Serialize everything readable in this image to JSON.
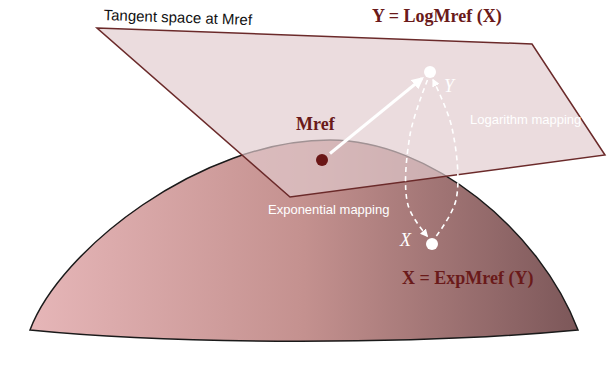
{
  "diagram": {
    "nodes": [
      {
        "text": [
          "Mref"
        ]
      },
      {
        "text": [
          "Y"
        ]
      },
      {
        "text": [
          "X"
        ]
      }
    ],
    "edges": [
      {
        "from": 0,
        "to": 1,
        "arrow": "to"
      },
      {
        "from": 1,
        "to": 2,
        "label": "Exponential mapping",
        "arrow": "to"
      },
      {
        "from": 2,
        "to": 1,
        "label": "Logarithm mapping",
        "arrow": "to"
      }
    ],
    "labels": [
      "Tangent space at Mref",
      "Y = LogMref (X)",
      "X = ExpMref (Y)"
    ]
  }
}
